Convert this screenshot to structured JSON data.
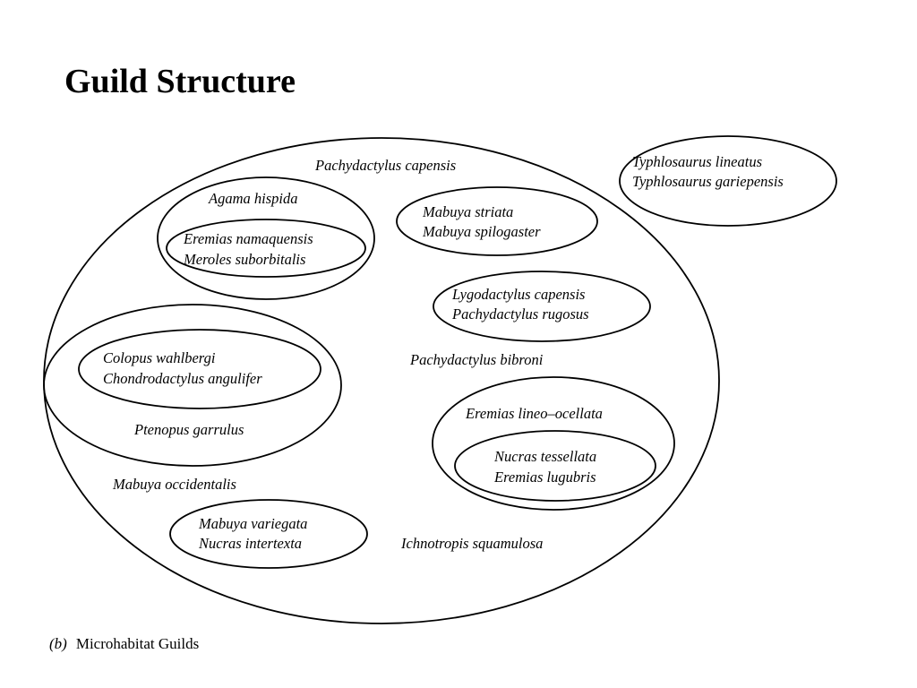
{
  "title": "Guild Structure",
  "caption": {
    "label": "(b)",
    "text": "Microhabitat Guilds"
  },
  "colors": {
    "ink": "#000000",
    "background": "#ffffff"
  },
  "guilds": {
    "outer_group": {
      "label_top": "Pachydactylus capensis",
      "label_center": "Pachydactylus bibroni",
      "label_left": "Mabuya occidentalis",
      "label_bottom": "Ichnotropis squamulosa"
    },
    "agama_group": {
      "label": "Agama hispida",
      "inner": [
        "Eremias namaquensis",
        "Meroles suborbitalis"
      ]
    },
    "mabuya_pair": [
      "Mabuya striata",
      "Mabuya spilogaster"
    ],
    "lygodactylus_pair": [
      "Lygodactylus capensis",
      "Pachydactylus rugosus"
    ],
    "ptenopus_group": {
      "label": "Ptenopus garrulus",
      "inner": [
        "Colopus wahlbergi",
        "Chondrodactylus angulifer"
      ]
    },
    "eremias_group": {
      "label": "Eremias lineo–ocellata",
      "inner": [
        "Nucras tessellata",
        "Eremias lugubris"
      ]
    },
    "variegata_pair": [
      "Mabuya variegata",
      "Nucras intertexta"
    ],
    "typhlosaurus_pair": [
      "Typhlosaurus lineatus",
      "Typhlosaurus gariepensis"
    ]
  }
}
